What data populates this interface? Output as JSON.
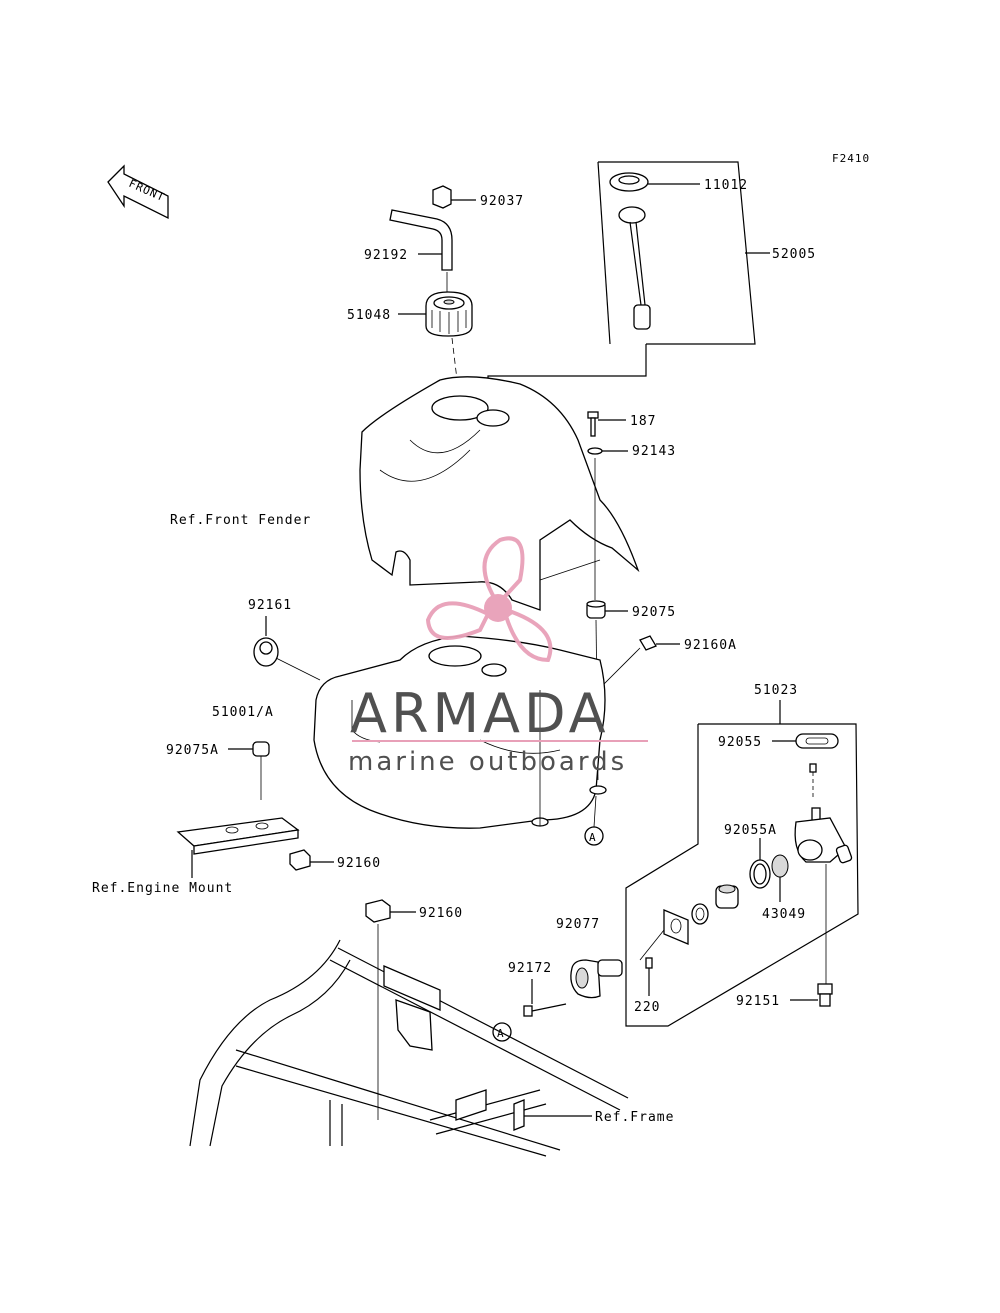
{
  "figure_code": "F2410",
  "direction": "FRONT",
  "labels": {
    "p11012": "11012",
    "p92037": "92037",
    "p52005": "52005",
    "p92192": "92192",
    "p51048": "51048",
    "p187": "187",
    "p92143": "92143",
    "ref_front_fender": "Ref.Front Fender",
    "p92075": "92075",
    "p92161": "92161",
    "p92160A": "92160A",
    "p51023": "51023",
    "p51001A": "51001/A",
    "p92055": "92055",
    "p92075A": "92075A",
    "p92055A": "92055A",
    "p43049": "43049",
    "p92160_a": "92160",
    "ref_engine_mount": "Ref.Engine Mount",
    "p92160_b": "92160",
    "p92077": "92077",
    "p92172": "92172",
    "p220": "220",
    "p92151": "92151",
    "ref_frame": "Ref.Frame",
    "callout_a1": "A",
    "callout_a2": "A"
  },
  "watermark": {
    "brand": "ARMADA",
    "tagline": "marine outboards",
    "accent": "#e8a0b8"
  }
}
